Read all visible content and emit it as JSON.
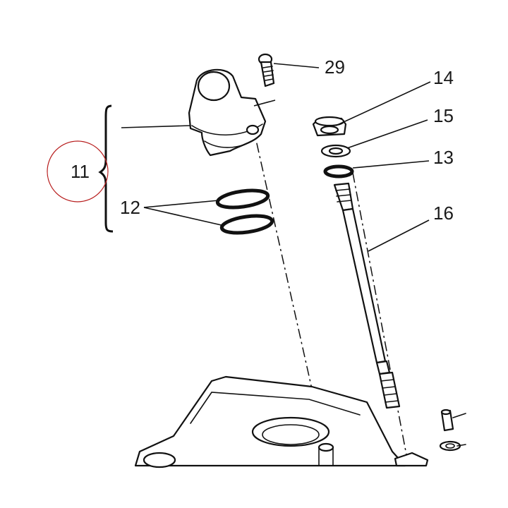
{
  "diagram": {
    "callouts": {
      "part_11": "11",
      "part_12": "12",
      "part_13": "13",
      "part_14": "14",
      "part_15": "15",
      "part_16": "16",
      "part_29": "29"
    },
    "highlight_color": "#b71c1c",
    "line_color": "#111111"
  }
}
